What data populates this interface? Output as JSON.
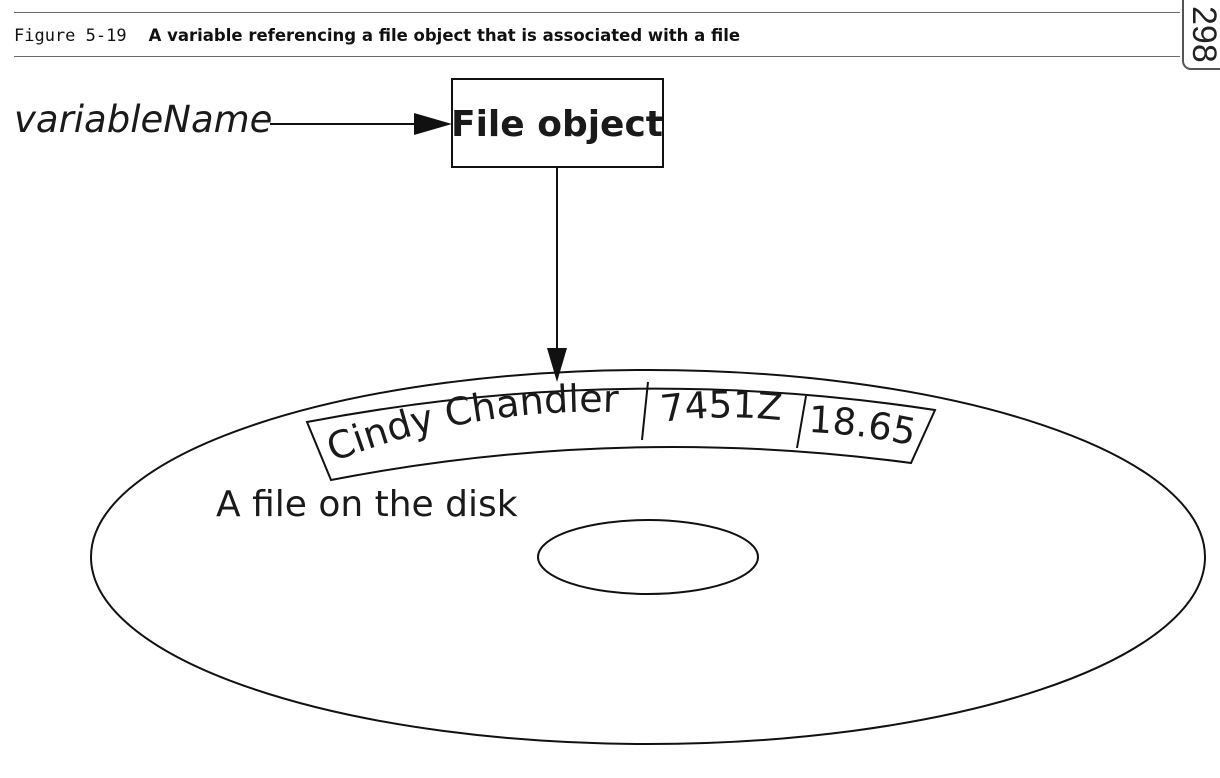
{
  "caption": {
    "figure_number": "Figure 5-19",
    "title": "A variable referencing a file object that is associated with a file"
  },
  "page_number": "298",
  "diagram": {
    "variable_label": "variableName",
    "object_label": "File object",
    "disk_label": "A file on the disk",
    "record_fields": [
      "Cindy Chandler",
      "7451Z",
      "18.65"
    ]
  }
}
